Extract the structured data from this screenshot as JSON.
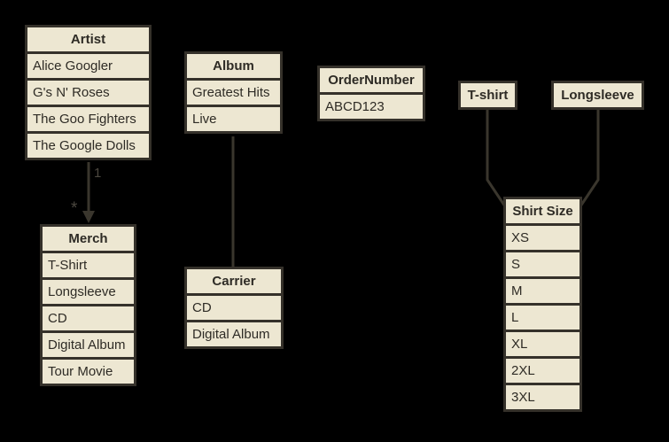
{
  "diagram": {
    "kind": "entity-relationship-diagram"
  },
  "colors": {
    "background": "#000000",
    "box_fill": "#ede7d2",
    "box_border": "#35312a",
    "text": "#2e2b25",
    "connector_line": "#3a362d",
    "connector_label": "#4c4840"
  },
  "tables": {
    "artist": {
      "title": "Artist",
      "rows": [
        "Alice Googler",
        "G's N' Roses",
        "The Goo Fighters",
        "The Google Dolls"
      ]
    },
    "album": {
      "title": "Album",
      "rows": [
        "Greatest Hits",
        "Live"
      ]
    },
    "order_number": {
      "title": "OrderNumber",
      "rows": [
        "ABCD123"
      ]
    },
    "tshirt": {
      "title": "T-shirt",
      "rows": []
    },
    "longsleeve": {
      "title": "Longsleeve",
      "rows": []
    },
    "merch": {
      "title": "Merch",
      "rows": [
        "T-Shirt",
        "Longsleeve",
        "CD",
        "Digital Album",
        "Tour Movie"
      ]
    },
    "carrier": {
      "title": "Carrier",
      "rows": [
        "CD",
        "Digital Album"
      ]
    },
    "shirt_size": {
      "title": "Shirt Size",
      "rows": [
        "XS",
        "S",
        "M",
        "L",
        "XL",
        "2XL",
        "3XL"
      ]
    }
  },
  "connections": [
    {
      "from": "Artist",
      "to": "Merch",
      "source_label": "1",
      "target_label": "*",
      "arrow": true
    },
    {
      "from": "Album",
      "to": "Carrier",
      "source_label": "",
      "target_label": "",
      "arrow": false
    },
    {
      "from": "T-shirt",
      "to": "Shirt Size",
      "source_label": "",
      "target_label": "",
      "arrow": false
    },
    {
      "from": "Longsleeve",
      "to": "Shirt Size",
      "source_label": "",
      "target_label": "",
      "arrow": false
    }
  ]
}
